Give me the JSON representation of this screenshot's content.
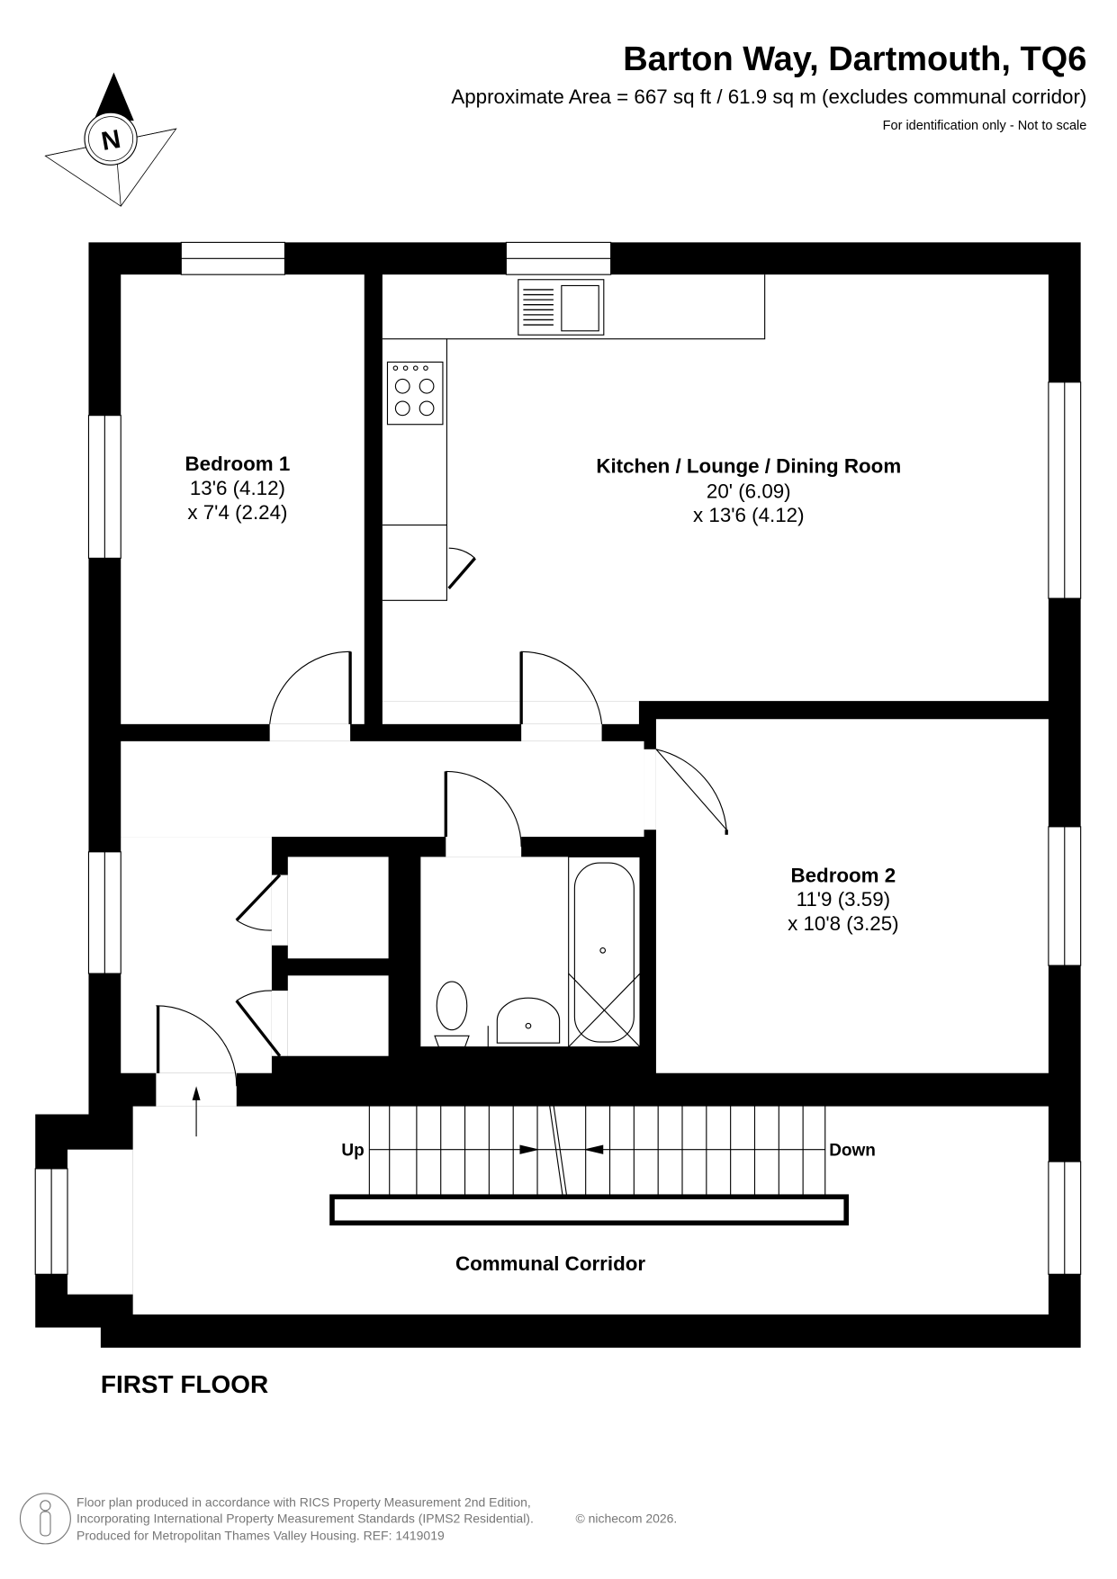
{
  "header": {
    "title": "Barton Way, Dartmouth, TQ6",
    "area": "Approximate Area = 667 sq ft / 61.9 sq m (excludes communal corridor)",
    "disclaimer": "For identification only - Not to scale"
  },
  "compass": {
    "label": "N"
  },
  "rooms": {
    "bedroom1": {
      "name": "Bedroom 1",
      "dim1": "13'6 (4.12)",
      "dim2": "x 7'4 (2.24)"
    },
    "kitchen": {
      "name": "Kitchen / Lounge / Dining Room",
      "dim1": "20' (6.09)",
      "dim2": "x 13'6 (4.12)"
    },
    "bedroom2": {
      "name": "Bedroom 2",
      "dim1": "11'9 (3.59)",
      "dim2": "x 10'8 (3.25)"
    },
    "corridor": {
      "name": "Communal Corridor"
    }
  },
  "stairs": {
    "up": "Up",
    "down": "Down"
  },
  "floor_label": "FIRST FLOOR",
  "footer": {
    "line1": "Floor plan produced in accordance with RICS Property Measurement 2nd Edition,",
    "line2": "Incorporating International Property Measurement Standards (IPMS2 Residential).",
    "copyright": "© nichecom 2026.",
    "line3": "Produced for Metropolitan Thames Valley Housing.   REF: 1419019"
  }
}
